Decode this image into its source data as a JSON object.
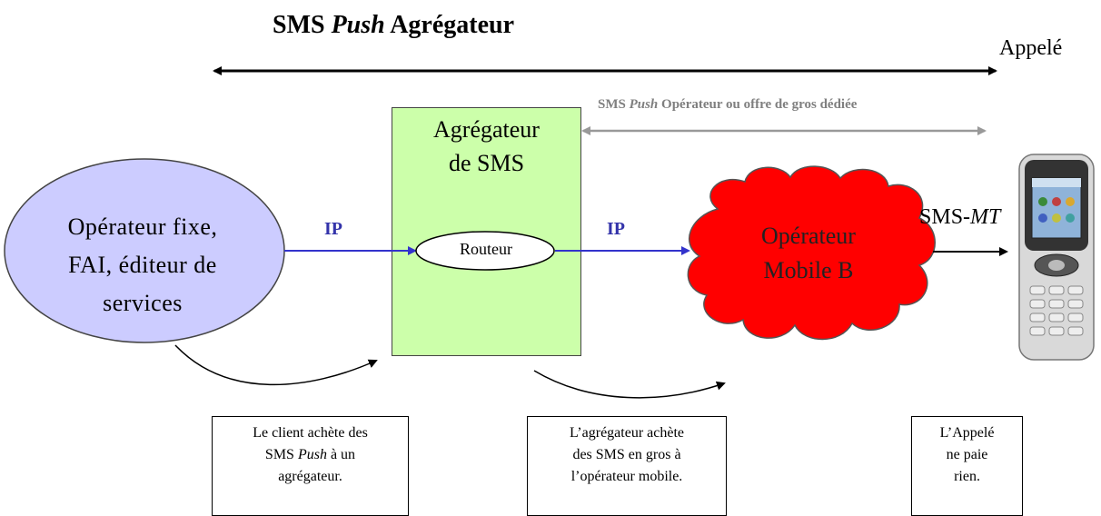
{
  "title": {
    "pre": "SMS ",
    "italic": "Push",
    "post": " Agrégateur"
  },
  "callee_label": "Appelé",
  "wholesale_label": {
    "pre": "SMS ",
    "italic": "Push",
    "post": " Opérateur ou offre de gros dédiée"
  },
  "aggregator": {
    "line1": "Agrégateur",
    "line2": "de SMS"
  },
  "client": {
    "line1": "Opérateur fixe,",
    "line2": "FAI, éditeur de",
    "line3": "services"
  },
  "router_label": "Routeur",
  "mobile_operator": {
    "line1": "Opérateur",
    "line2": "Mobile B"
  },
  "ip_label_1": "IP",
  "ip_label_2": "IP",
  "sms_mt": {
    "pre": "SMS-",
    "italic": "MT"
  },
  "notes": [
    {
      "line1": "Le client achète des",
      "line2_pre": "SMS ",
      "line2_italic": "Push",
      "line2_post": " à un",
      "line3": "agrégateur."
    },
    {
      "line1": "L’agrégateur achète",
      "line2": "des SMS en gros à",
      "line3": "l’opérateur mobile."
    },
    {
      "line1": "L’Appelé",
      "line2": "ne paie",
      "line3": "rien."
    }
  ],
  "colors": {
    "aggregator_fill": "#ccffaa",
    "client_fill": "#ccccff",
    "cloud_fill": "#ff0000",
    "ip_arrow": "#3333cc",
    "gray_arrow": "#999999"
  },
  "icons": {
    "phone": "mobile-phone-icon"
  }
}
